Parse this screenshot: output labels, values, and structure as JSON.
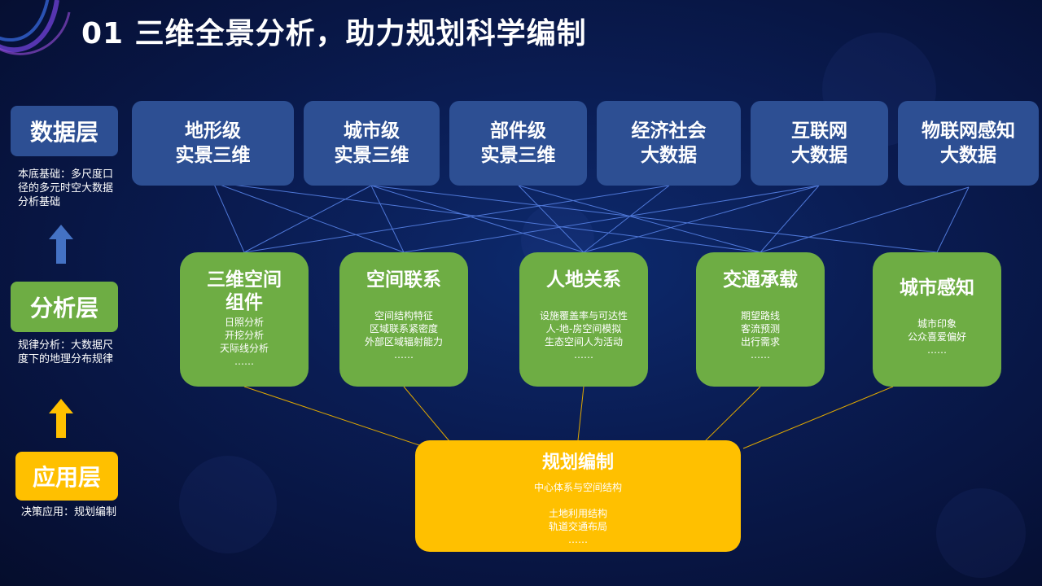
{
  "title": "01 三维全景分析，助力规划科学编制",
  "colors": {
    "data_layer": "#2d4f93",
    "analysis_layer": "#6ead44",
    "application_layer": "#ffc000",
    "background": "#0a1c52"
  },
  "layers": [
    {
      "label": "数据层",
      "desc": "本底基础：多尺度口径的多元时空大数据分析基础"
    },
    {
      "label": "分析层",
      "desc": "规律分析：大数据尺度下的地理分布规律"
    },
    {
      "label": "应用层",
      "desc": "决策应用：规划编制"
    }
  ],
  "data_nodes": [
    {
      "line1": "地形级",
      "line2": "实景三维"
    },
    {
      "line1": "城市级",
      "line2": "实景三维"
    },
    {
      "line1": "部件级",
      "line2": "实景三维"
    },
    {
      "line1": "经济社会",
      "line2": "大数据"
    },
    {
      "line1": "互联网",
      "line2": "大数据"
    },
    {
      "line1": "物联网感知",
      "line2": "大数据"
    }
  ],
  "analysis_nodes": [
    {
      "title": "三维空间\n组件",
      "items": [
        "日照分析",
        "开挖分析",
        "天际线分析",
        "……"
      ]
    },
    {
      "title": "空间联系",
      "items": [
        "空间结构特征",
        "区域联系紧密度",
        "外部区域辐射能力",
        "……"
      ]
    },
    {
      "title": "人地关系",
      "items": [
        "设施覆盖率与可达性",
        "人-地-房空间模拟",
        "生态空间人为活动",
        "……"
      ]
    },
    {
      "title": "交通承载",
      "items": [
        "期望路线",
        "客流预测",
        "出行需求",
        "……"
      ]
    },
    {
      "title": "城市感知",
      "items": [
        "城市印象",
        "公众喜爱偏好",
        "……"
      ]
    }
  ],
  "application_node": {
    "title": "规划编制",
    "items": [
      "中心体系与空间结构",
      "",
      "土地利用结构",
      "轨道交通布局",
      "……"
    ]
  },
  "connections_data_to_analysis": [
    [
      0,
      0
    ],
    [
      0,
      1
    ],
    [
      0,
      3
    ],
    [
      1,
      0
    ],
    [
      1,
      1
    ],
    [
      1,
      2
    ],
    [
      1,
      4
    ],
    [
      2,
      2
    ],
    [
      2,
      3
    ],
    [
      3,
      0
    ],
    [
      3,
      2
    ],
    [
      4,
      1
    ],
    [
      4,
      2
    ],
    [
      4,
      3
    ],
    [
      5,
      3
    ],
    [
      5,
      4
    ]
  ]
}
